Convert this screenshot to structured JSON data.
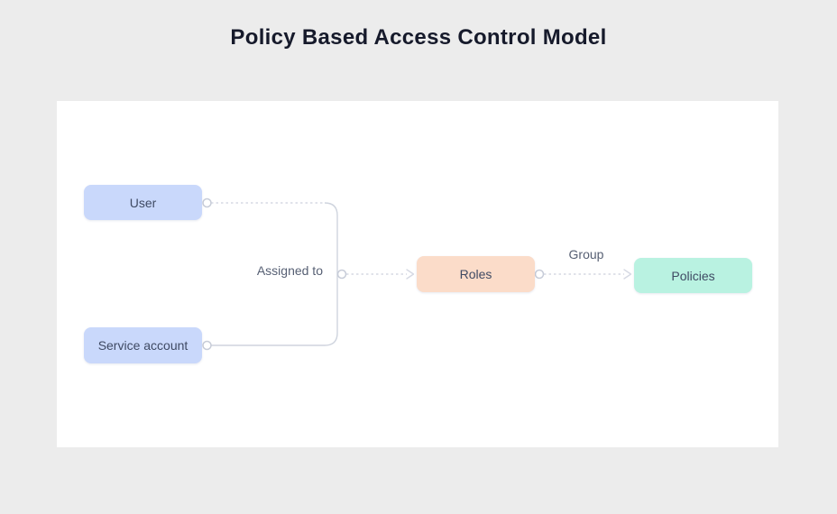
{
  "title": "Policy Based Access Control Model",
  "nodes": {
    "user": {
      "label": "User",
      "fill": "#c9d8fb"
    },
    "service_account": {
      "label": "Service account",
      "fill": "#c9d8fb"
    },
    "roles": {
      "label": "Roles",
      "fill": "#fbdcc9"
    },
    "policies": {
      "label": "Policies",
      "fill": "#b9f2e1"
    }
  },
  "edges": {
    "assigned_to_label": "Assigned to",
    "group_label": "Group"
  },
  "colors": {
    "page_bg": "#ececec",
    "canvas_bg": "#ffffff",
    "title_text": "#161a2b",
    "box_text": "#3f4a63",
    "label_text": "#565f73",
    "edge_dashed": "#d6d9e3",
    "edge_solid": "#cfd4de",
    "connector_stroke": "#c7ccd8"
  }
}
